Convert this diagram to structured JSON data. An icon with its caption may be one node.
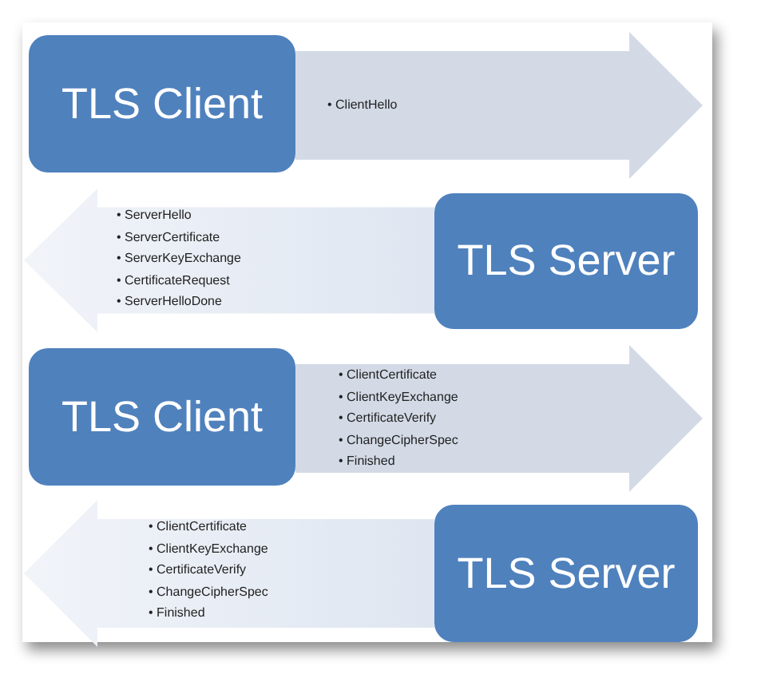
{
  "diagram": {
    "nodes": [
      {
        "text": [
          "TLS Client"
        ]
      },
      {
        "text": [
          "• ClientHello"
        ]
      },
      {
        "text": [
          "• ServerHello",
          "• ServerCertificate",
          "• ServerKeyExchange",
          "• CertificateRequest",
          "• ServerHelloDone"
        ]
      },
      {
        "text": [
          "TLS Server"
        ]
      },
      {
        "text": [
          "TLS Client"
        ]
      },
      {
        "text": [
          "• ClientCertificate",
          "• ClientKeyExchange",
          "• CertificateVerify",
          "• ChangeCipherSpec",
          "• Finished"
        ]
      },
      {
        "text": [
          "• ClientCertificate",
          "• ClientKeyExchange",
          "• CertificateVerify",
          "• ChangeCipherSpec",
          "• Finished"
        ]
      },
      {
        "text": [
          "TLS Server"
        ]
      }
    ]
  }
}
